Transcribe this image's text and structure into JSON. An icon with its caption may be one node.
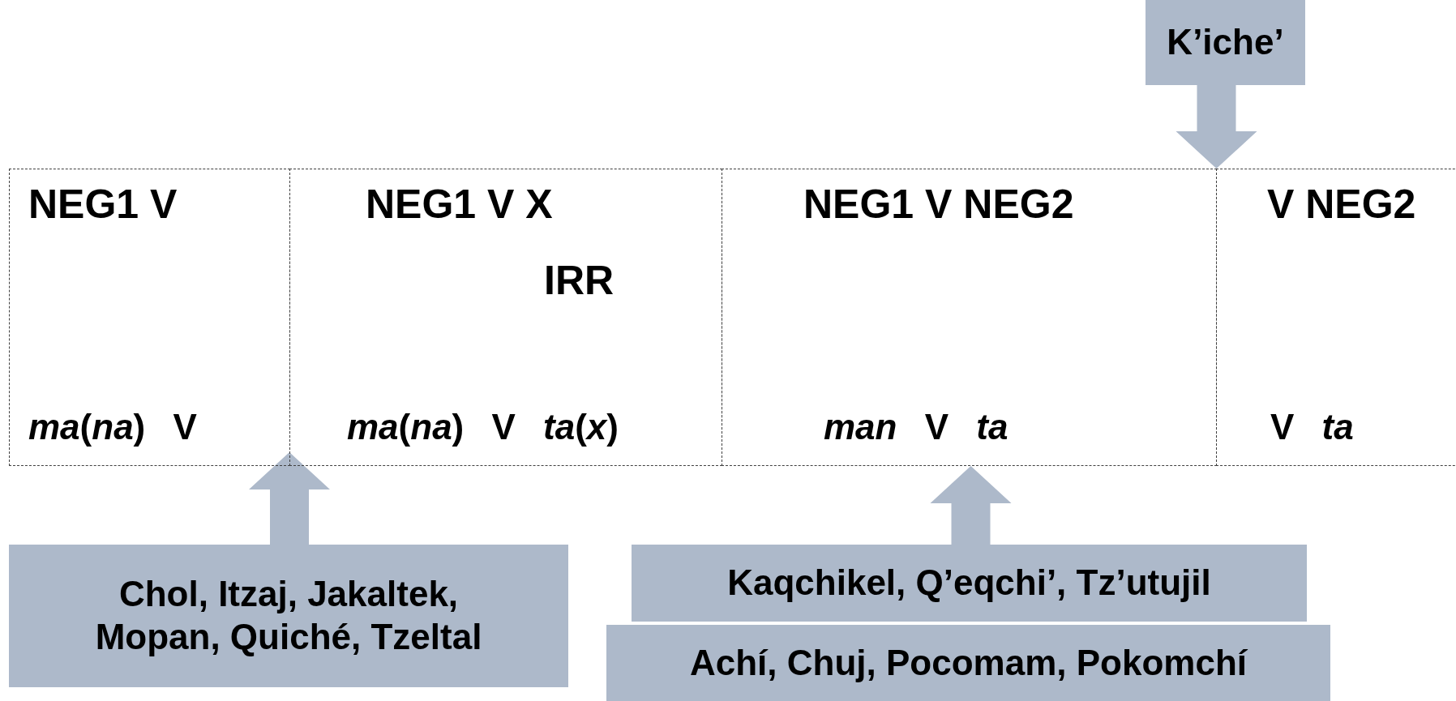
{
  "diagram": {
    "nodes": [
      {
        "text": [
          "NEG1 V",
          "*ma*(*na*) V"
        ]
      },
      {
        "text": [
          "NEG1 V X",
          "IRR",
          "*ma*(*na*) V *ta*(*x*)"
        ]
      },
      {
        "text": [
          "NEG1 V NEG2",
          "*man* V *ta*"
        ]
      },
      {
        "text": [
          "V NEG2",
          "V *ta*"
        ]
      },
      {
        "text": [
          "K’iche’"
        ]
      },
      {
        "text": [
          "Chol, Itzaj, Jakaltek, Mopan, Quiché, Tzeltal"
        ]
      },
      {
        "text": [
          "Kaqchikel, Q’eqchi’, Tz’utujil"
        ]
      },
      {
        "text": [
          "Achí, Chuj, Pocomam, Pokomchí"
        ]
      }
    ],
    "edges": [
      {
        "from": 4,
        "to": null,
        "arrow": "to",
        "style": "thick",
        "color": "#adb9ca"
      },
      {
        "from": 5,
        "to": null,
        "arrow": "to",
        "style": "thick",
        "color": "#adb9ca"
      },
      {
        "from": 6,
        "to": 2,
        "arrow": "to",
        "style": "thick",
        "color": "#adb9ca"
      }
    ]
  }
}
